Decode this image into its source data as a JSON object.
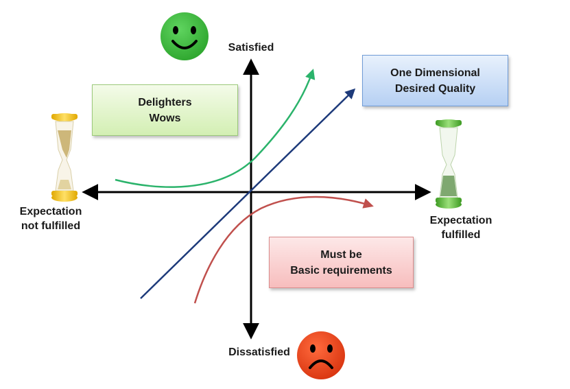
{
  "axes": {
    "top_label": "Satisfied",
    "bottom_label": "Dissatisfied",
    "left_label": [
      "Expectation",
      "not fulfilled"
    ],
    "right_label": [
      "Expectation",
      "fulfilled"
    ]
  },
  "boxes": {
    "delighters": {
      "lines": [
        "Delighters",
        "Wows"
      ],
      "curve_color": "#2bb36b",
      "fill_color": "#d3efb3"
    },
    "one_dimensional": {
      "lines": [
        "One Dimensional",
        "Desired Quality"
      ],
      "line_color": "#1d3a7a",
      "fill_color": "#b6d0f3"
    },
    "must_be": {
      "lines": [
        "Must be",
        "Basic requirements"
      ],
      "curve_color": "#c0504d",
      "fill_color": "#f7bdbd"
    }
  },
  "icons": {
    "happy_face": {
      "name": "happy-face-icon",
      "color": "#3cba3c"
    },
    "sad_face": {
      "name": "sad-face-icon",
      "color": "#e8431e"
    },
    "hourglass_left": {
      "name": "hourglass-yellow-icon",
      "color": "#f2c61c"
    },
    "hourglass_right": {
      "name": "hourglass-green-icon",
      "color": "#5cbf3a"
    }
  }
}
